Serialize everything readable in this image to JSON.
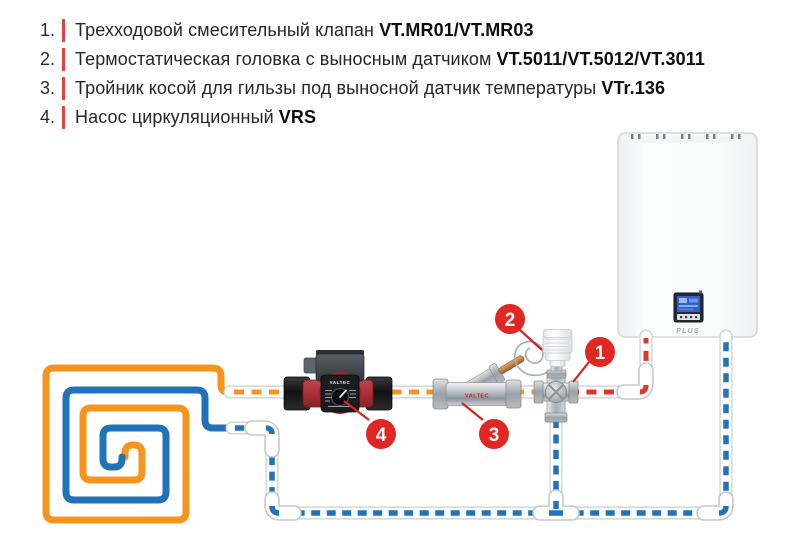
{
  "legend": {
    "items": [
      {
        "num": "1.",
        "text": "Трехходовой смесительный клапан",
        "code": "VT.MR01/VT.MR03"
      },
      {
        "num": "2.",
        "text": "Термостатическая головка с выносным датчиком",
        "code": "VT.5011/VT.5012/VT.3011"
      },
      {
        "num": "3.",
        "text": "Тройник косой для гильзы под выносной датчик температуры",
        "code": "VTr.136"
      },
      {
        "num": "4.",
        "text": "Насос циркуляционный",
        "code": "VRS"
      }
    ],
    "bar_color": "#e8403c"
  },
  "diagram": {
    "boiler": {
      "label": "PLUS"
    },
    "pump": {
      "brand": "VALTEC"
    },
    "filter": {
      "brand": "VALTEC"
    },
    "callouts": [
      {
        "number": "1"
      },
      {
        "number": "2"
      },
      {
        "number": "3"
      },
      {
        "number": "4"
      }
    ],
    "colors": {
      "supply_orange": "#f7941e",
      "return_blue": "#2173b9",
      "hot_red": "#e63329",
      "callout_red": "#e02723"
    }
  }
}
